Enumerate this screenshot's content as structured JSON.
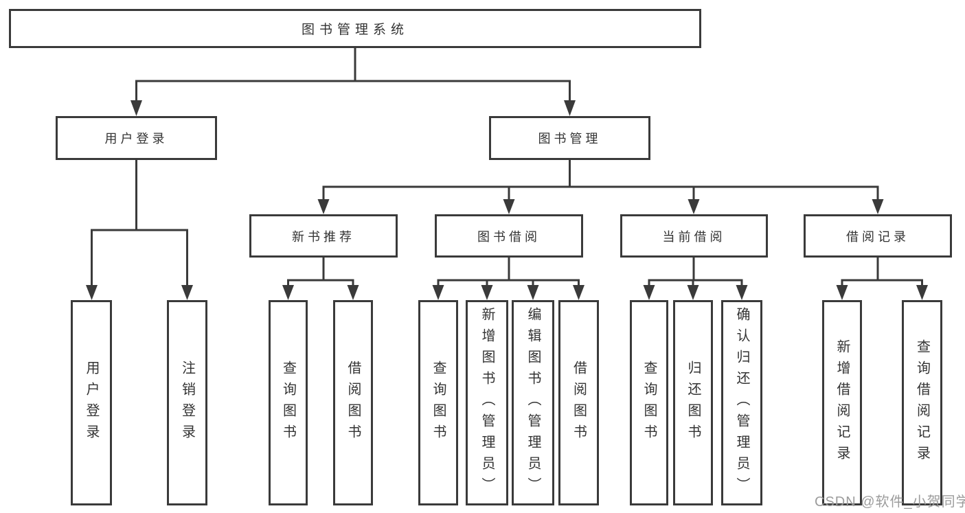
{
  "tree": {
    "root": "图书管理系统",
    "children": [
      {
        "label": "用户登录",
        "children": [
          "用户登录",
          "注销登录"
        ]
      },
      {
        "label": "图书管理",
        "children": [
          {
            "label": "新书推荐",
            "children": [
              "查询图书",
              "借阅图书"
            ]
          },
          {
            "label": "图书借阅",
            "children": [
              "查询图书",
              "新增图书（管理员）",
              "编辑图书（管理员）",
              "借阅图书"
            ]
          },
          {
            "label": "当前借阅",
            "children": [
              "查询图书",
              "归还图书",
              "确认归还（管理员）"
            ]
          },
          {
            "label": "借阅记录",
            "children": [
              "新增借阅记录",
              "查询借阅记录"
            ]
          }
        ]
      }
    ]
  },
  "watermark": {
    "text": "CSDN @软件_小贺同学",
    "color": "#9c9c9c"
  },
  "colors": {
    "line": "#3a3a3a",
    "text": "#333333",
    "background": "#ffffff"
  }
}
